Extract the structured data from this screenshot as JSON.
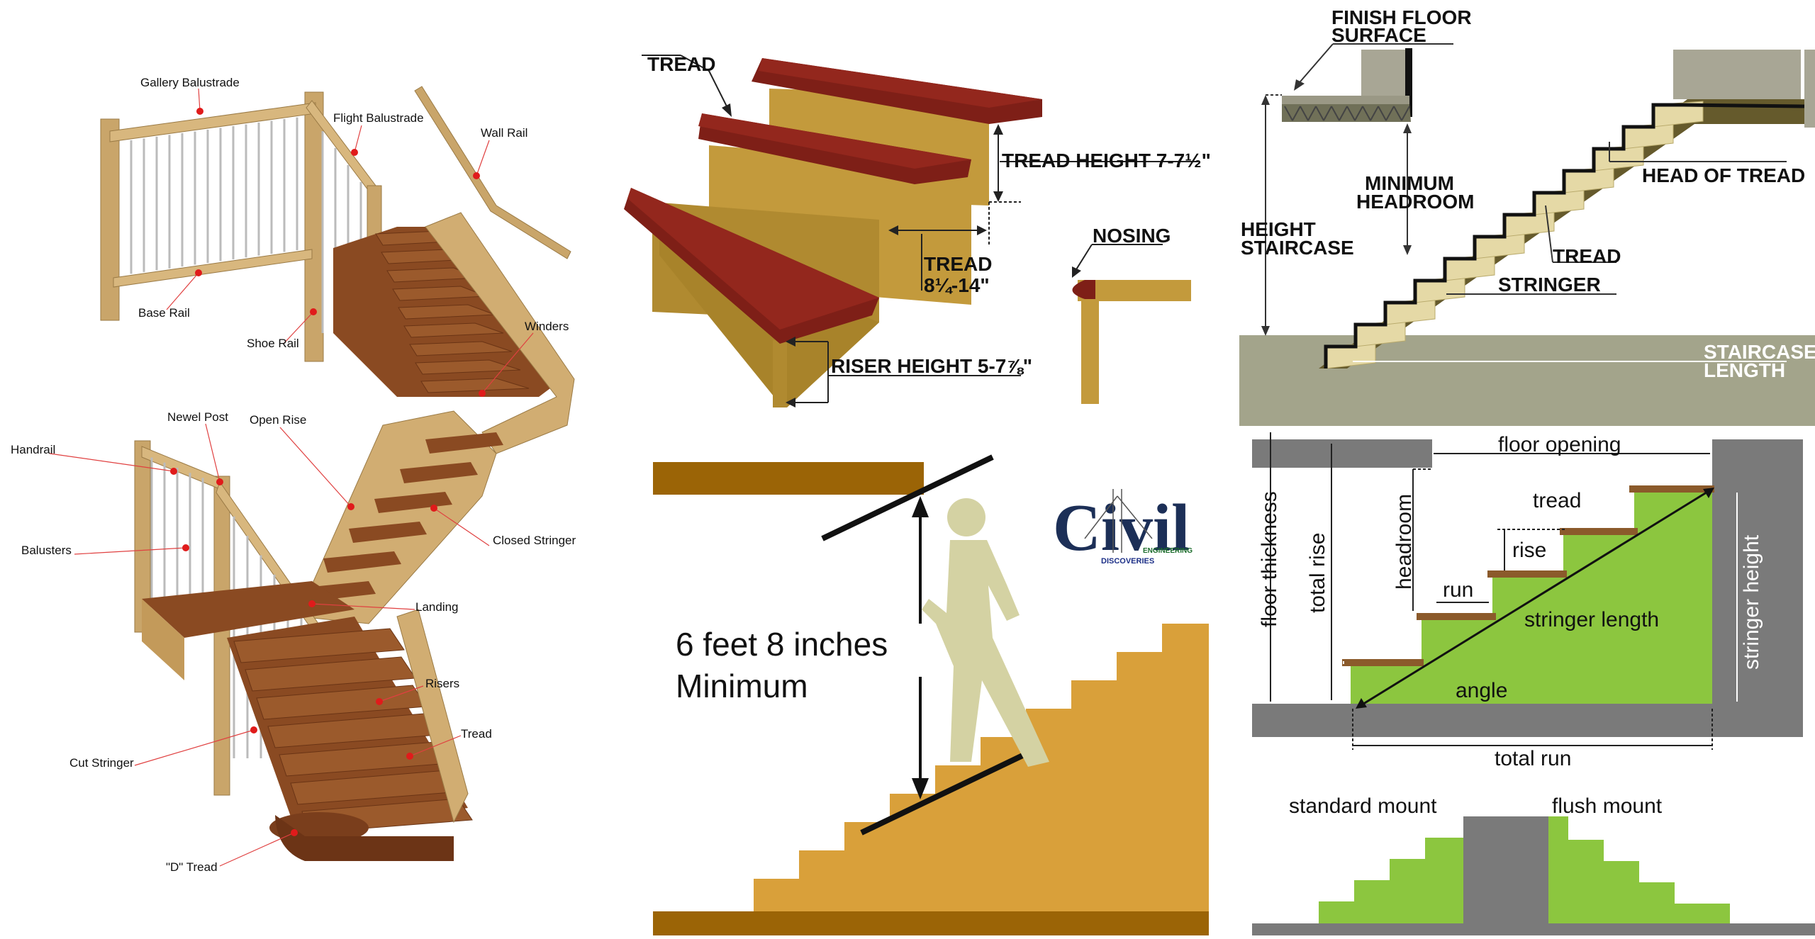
{
  "panel1": {
    "labels": {
      "gallery_balustrade": "Gallery Balustrade",
      "flight_balustrade": "Flight Balustrade",
      "wall_rail": "Wall Rail",
      "base_rail": "Base Rail",
      "shoe_rail": "Shoe Rail",
      "winders": "Winders",
      "newel_post": "Newel Post",
      "open_rise": "Open Rise",
      "handrail": "Handrail",
      "balusters": "Balusters",
      "closed_stringer": "Closed Stringer",
      "landing": "Landing",
      "risers": "Risers",
      "tread": "Tread",
      "cut_stringer": "Cut Stringer",
      "d_tread": "\"D\" Tread"
    },
    "colors": {
      "wood_light": "#c9a56a",
      "wood_dark": "#7a3e1c",
      "marker": "#e01b1b"
    }
  },
  "panel2": {
    "tread": "TREAD",
    "tread_height": "TREAD HEIGHT 7-7½\"",
    "tread_depth_l1": "TREAD",
    "tread_depth_l2": "8¼-14\"",
    "nosing": "NOSING",
    "riser_height": "RISER HEIGHT 5-7⅞\"",
    "colors": {
      "tread": "#7e1f17",
      "riser": "#c39a3c"
    }
  },
  "panel3": {
    "finish_floor_l1": "FINISH FLOOR",
    "finish_floor_l2": "SURFACE",
    "min_headroom_l1": "MINIMUM",
    "min_headroom_l2": "HEADROOM",
    "height_l1": "HEIGHT",
    "height_l2": "STAIRCASE",
    "head_of_tread": "HEAD OF TREAD",
    "tread": "TREAD",
    "stringer": "STRINGER",
    "length_l1": "STAIRCASE",
    "length_l2": "LENGTH",
    "colors": {
      "floor": "#a3a48b",
      "step": "#e5d9a6"
    }
  },
  "panel4": {
    "headroom_l1": "6 feet 8 inches",
    "headroom_l2": "Minimum",
    "colors": {
      "beam": "#9b6406",
      "stairs": "#d9a03a",
      "figure": "#d4d2a3"
    }
  },
  "logo": {
    "word": "Civil",
    "sub1": "ENGINEERING",
    "sub2": "DISCOVERIES"
  },
  "panel5": {
    "floor_opening": "floor opening",
    "floor_thickness": "floor thickness",
    "total_rise": "total rise",
    "headroom": "headroom",
    "tread": "tread",
    "rise": "rise",
    "run": "run",
    "stringer_length": "stringer length",
    "stringer_height": "stringer height",
    "angle": "angle",
    "total_run": "total run",
    "colors": {
      "gray": "#7a7a7a",
      "green": "#8cc63f",
      "tread": "#8b5a2b"
    }
  },
  "panel6": {
    "standard_mount": "standard mount",
    "flush_mount": "flush mount"
  }
}
